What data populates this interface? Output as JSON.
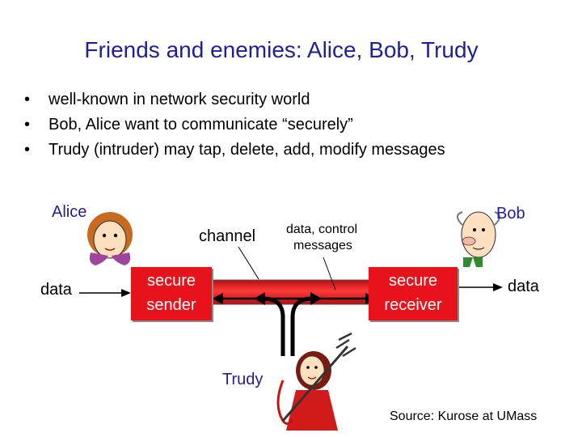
{
  "slide": {
    "title": "Friends and enemies: Alice, Bob, Trudy",
    "bullets": [
      "well-known in network security world",
      "Bob, Alice want to communicate “securely”",
      "Trudy (intruder) may tap, delete, add, modify messages"
    ],
    "colors": {
      "title": "#1f1f9a",
      "box": "#e8131a",
      "channel": "#e8131a"
    }
  },
  "diagram": {
    "alice_label": "Alice",
    "bob_label": "Bob",
    "trudy_label": "Trudy",
    "channel_label": "channel",
    "data_control_label_1": "data, control",
    "data_control_label_2": "messages",
    "data_left": "data",
    "data_right": "data",
    "sender_line1": "secure",
    "sender_line2": "sender",
    "receiver_line1": "secure",
    "receiver_line2": "receiver",
    "source": "Source: Kurose at UMass"
  }
}
